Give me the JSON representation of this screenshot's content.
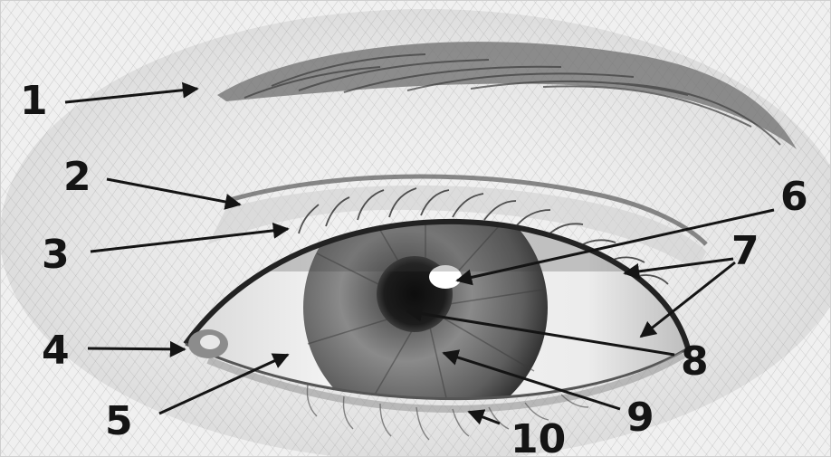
{
  "labels": [
    {
      "id": "1",
      "text": "1"
    },
    {
      "id": "2",
      "text": "2"
    },
    {
      "id": "3",
      "text": "3"
    },
    {
      "id": "4",
      "text": "4"
    },
    {
      "id": "5",
      "text": "5"
    },
    {
      "id": "6",
      "text": "6"
    },
    {
      "id": "7",
      "text": "7"
    },
    {
      "id": "8",
      "text": "8"
    },
    {
      "id": "9",
      "text": "9"
    },
    {
      "id": "10",
      "text": "10"
    }
  ],
  "colors": {
    "paper": "#f2f2f2",
    "graphite": "#2a2a2a",
    "iris": "#6b6b6b",
    "pupil": "#161616",
    "ink": "#141414"
  }
}
